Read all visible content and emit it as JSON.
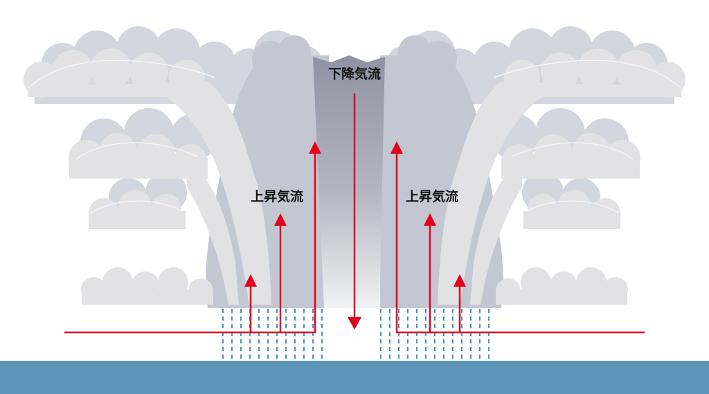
{
  "labels": {
    "downdraft": "下降気流",
    "updraft_left": "上昇気流",
    "updraft_right": "上昇気流"
  },
  "colors": {
    "arrow": "#e3001b",
    "ocean": "#5b94b8",
    "rain": "#2f86c4",
    "cloud_light": "#e2e1e4",
    "cloud_mid": "#d2d6de",
    "cloud_shadow": "#c2c7d1",
    "cloud_edge": "#f4f4f6",
    "downdraft_top": "#8e93a3",
    "downdraft_bottom": "#f1f2f4"
  },
  "icons": {
    "downdraft_arrow": "arrow-down-icon",
    "updraft_arrows": "arrow-up-icon"
  }
}
